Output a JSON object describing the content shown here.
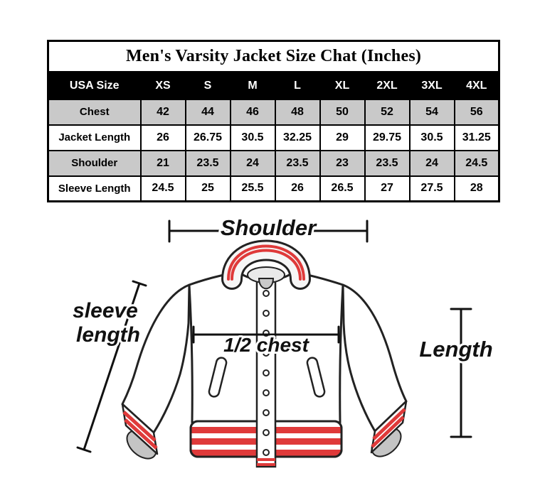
{
  "size_chart": {
    "title": "Men's Varsity Jacket Size Chat (Inches)",
    "columns": [
      "USA Size",
      "XS",
      "S",
      "M",
      "L",
      "XL",
      "2XL",
      "3XL",
      "4XL"
    ],
    "rows": [
      {
        "label": "Chest",
        "values": [
          "42",
          "44",
          "46",
          "48",
          "50",
          "52",
          "54",
          "56"
        ]
      },
      {
        "label": "Jacket Length",
        "values": [
          "26",
          "26.75",
          "30.5",
          "32.25",
          "29",
          "29.75",
          "30.5",
          "31.25"
        ]
      },
      {
        "label": "Shoulder",
        "values": [
          "21",
          "23.5",
          "24",
          "23.5",
          "23",
          "23.5",
          "24",
          "24.5"
        ]
      },
      {
        "label": "Sleeve Length",
        "values": [
          "24.5",
          "25",
          "25.5",
          "26",
          "26.5",
          "27",
          "27.5",
          "28"
        ]
      }
    ],
    "header_bg": "#000000",
    "header_text": "#ffffff",
    "row_alt_bg": "#c9c9c9"
  },
  "diagram": {
    "labels": {
      "shoulder": "Shoulder",
      "sleeve_line1": "sleeve",
      "sleeve_line2": "length",
      "half_chest": "1/2 chest",
      "length": "Length"
    },
    "colors": {
      "stripe_red": "#df3a3a",
      "line": "#111111"
    }
  }
}
